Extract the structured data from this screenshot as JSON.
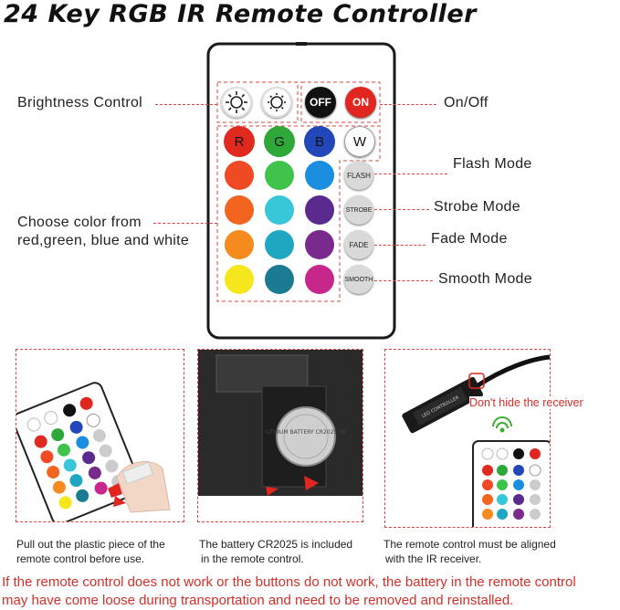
{
  "title": "24 Key RGB IR Remote Controller",
  "labels": {
    "brightness": "Brightness Control",
    "onoff": "On/Off",
    "flash": "Flash Mode",
    "strobe": "Strobe Mode",
    "fade": "Fade Mode",
    "smooth": "Smooth Mode",
    "choose_line1": "Choose color from",
    "choose_line2": "red,green, blue and white"
  },
  "remote": {
    "off_label": "OFF",
    "on_label": "ON",
    "r_label": "R",
    "g_label": "G",
    "b_label": "B",
    "w_label": "W",
    "flash_label": "FLASH",
    "strobe_label": "STROBE",
    "fade_label": "FADE",
    "smooth_label": "SMOOTH"
  },
  "photos": {
    "photo2_text": "LITHIUM BATTERY CR2025 3V",
    "controller_text": "LED CONTROLLER",
    "receiver_note": "Don't hide the receiver"
  },
  "captions": {
    "c1_line1": "Pull out the plastic piece of the",
    "c1_line2": "remote control before use.",
    "c2_line1": "The battery CR2025 is included",
    "c2_line2": "in the remote control.",
    "c3_line1": "The remote control must be aligned",
    "c3_line2": "with the IR receiver."
  },
  "warning": {
    "line1": "If the remote control does not work or the buttons do not work, the battery in the remote control",
    "line2": "may have come loose during transportation and need to be removed and reinstalled."
  },
  "colors": {
    "accent_red": "#d9463e",
    "remote_body": "#ffffff",
    "remote_border": "#1a1a1a"
  }
}
